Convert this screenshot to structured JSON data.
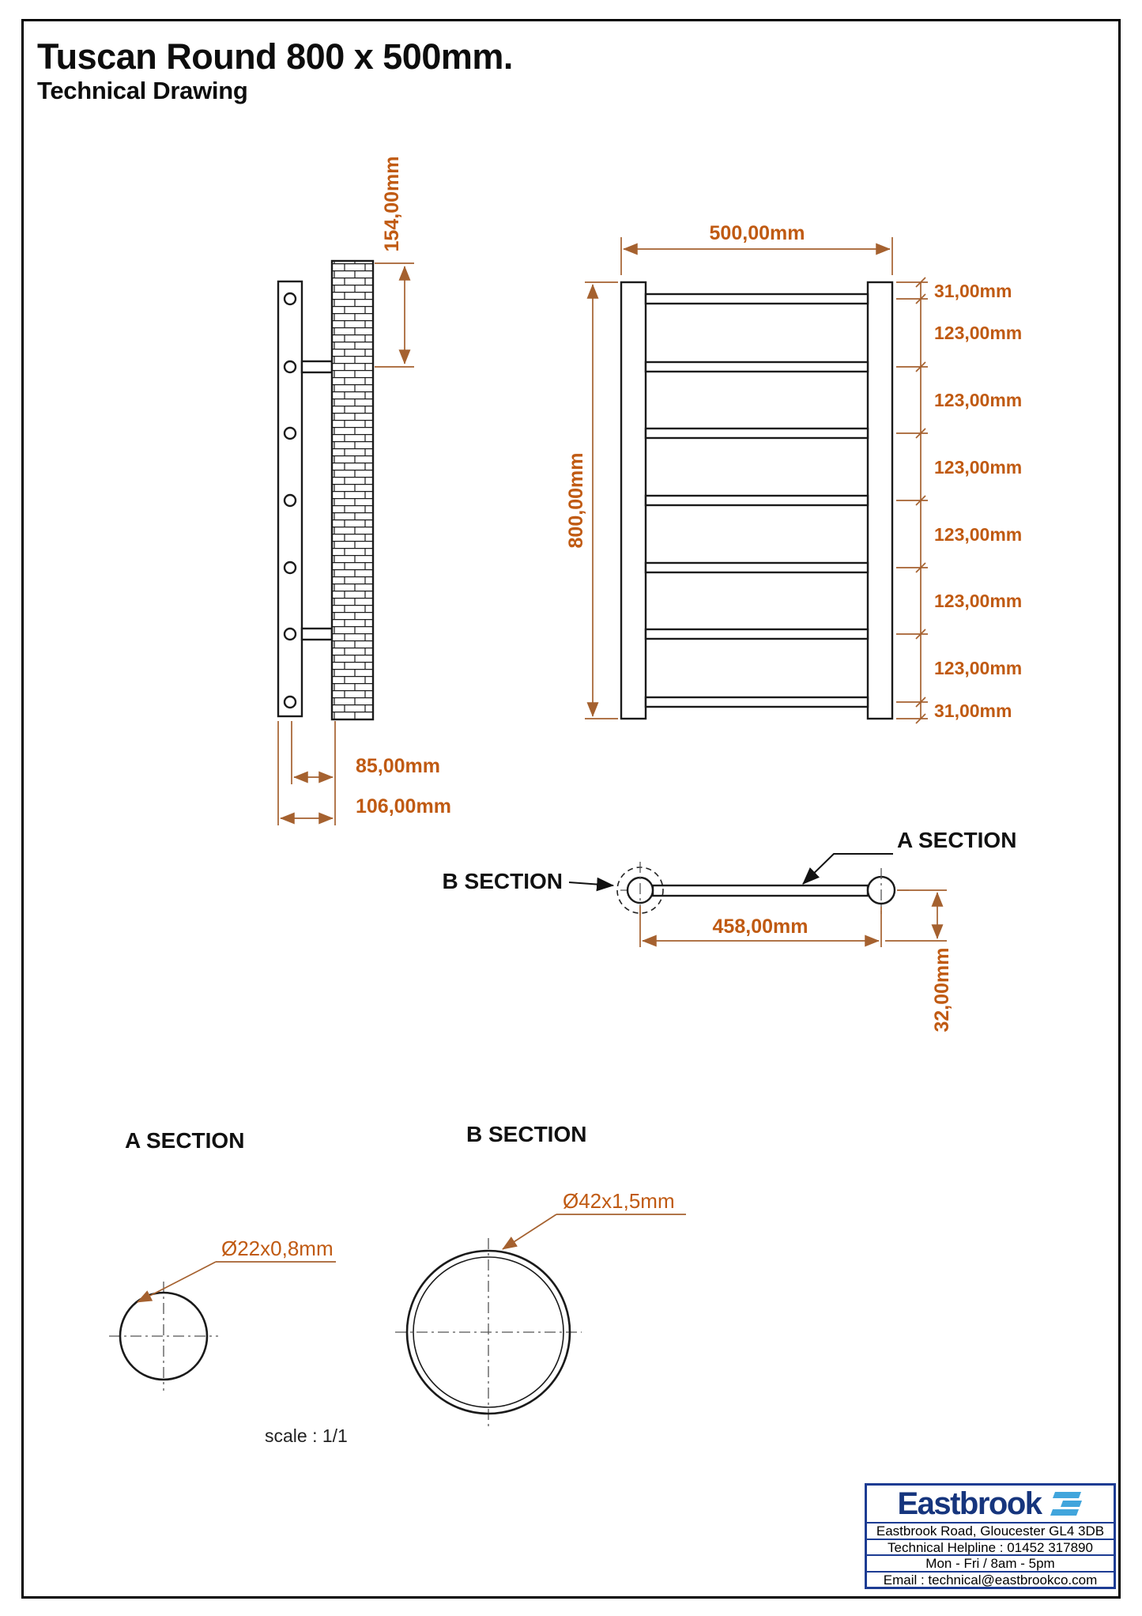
{
  "title": {
    "main": "Tuscan Round 800 x 500mm.",
    "sub": "Technical Drawing"
  },
  "colors": {
    "dimension_text": "#c05a12",
    "dimension_line": "#a5612f",
    "drawing_line": "#1a1a1a",
    "brand_blue": "#1d3c93",
    "brand_light_blue": "#41a5dc"
  },
  "side_view": {
    "dim_top_offset": "154,00mm",
    "dim_depth_inner": "85,00mm",
    "dim_depth_outer": "106,00mm"
  },
  "front_view": {
    "dim_width": "500,00mm",
    "dim_height": "800,00mm",
    "right_dims": [
      "31,00mm",
      "123,00mm",
      "123,00mm",
      "123,00mm",
      "123,00mm",
      "123,00mm",
      "123,00mm",
      "31,00mm"
    ]
  },
  "top_view": {
    "a_section_label": "A SECTION",
    "b_section_label": "B SECTION",
    "dim_centers": "458,00mm",
    "dim_offset": "32,00mm"
  },
  "section_a": {
    "heading": "A SECTION",
    "diameter_label": "Ø22x0,8mm"
  },
  "section_b": {
    "heading": "B SECTION",
    "diameter_label": "Ø42x1,5mm"
  },
  "scale_label": "scale : 1/1",
  "footer": {
    "brand": "Eastbrook",
    "address": "Eastbrook Road, Gloucester GL4 3DB",
    "helpline": "Technical Helpline : 01452 317890",
    "hours": "Mon - Fri / 8am - 5pm",
    "email": "Email : technical@eastbrookco.com"
  }
}
